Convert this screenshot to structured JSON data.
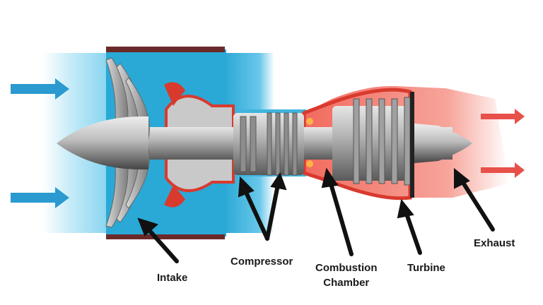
{
  "labels": {
    "intake": "Intake",
    "compressor": "Compressor",
    "combustion_line1": "Combustion",
    "combustion_line2": "Chamber",
    "turbine": "Turbine",
    "exhaust": "Exhaust"
  },
  "colors": {
    "cold_air": "#2aa9d6",
    "intake_arrow": "#2a9ad0",
    "hot_gas": "#ef5b4f",
    "exhaust_arrow": "#e8504a",
    "engine_metal": "#9a9a9a",
    "casing_red": "#d93a2e",
    "pointer": "#111111"
  },
  "icons": {
    "intake_arrows": "arrow-right-icon",
    "exhaust_arrows": "arrow-right-icon",
    "pointers": "arrow-up-icon"
  }
}
